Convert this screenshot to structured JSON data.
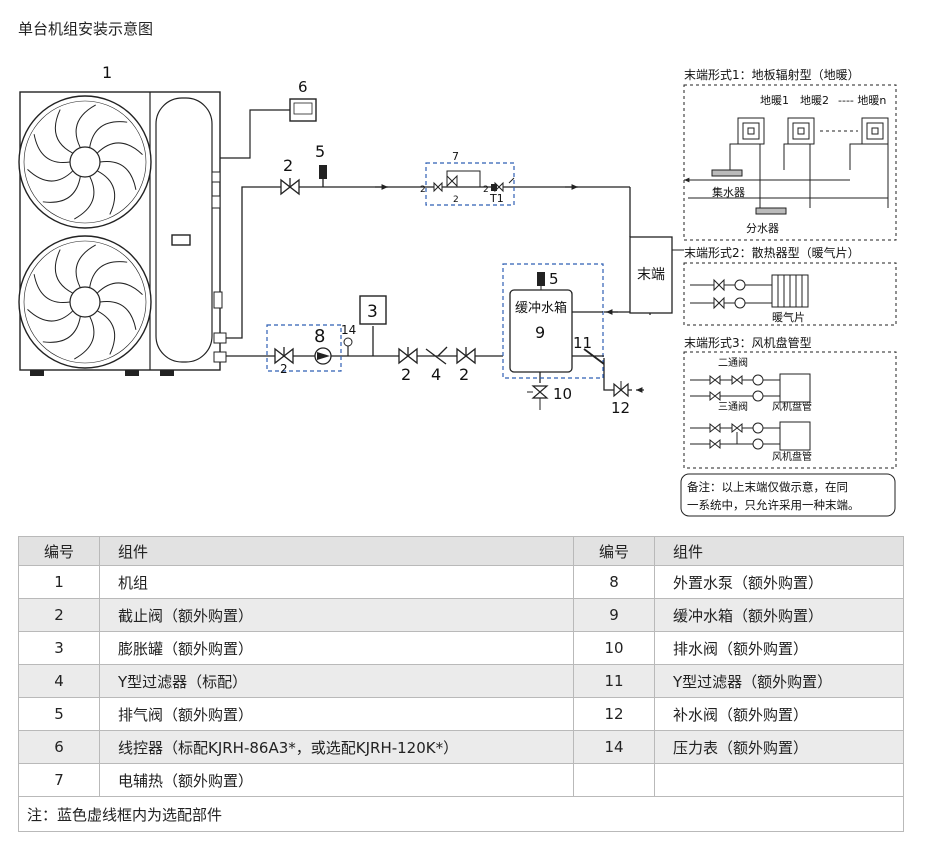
{
  "title": "单台机组安装示意图",
  "diagram": {
    "labels": {
      "unit": "1",
      "controller": "6",
      "valve": "2",
      "air_vent": "5",
      "heater": "7",
      "heater_t1": "T1",
      "expansion": "3",
      "pump": "8",
      "gauge": "14",
      "filter": "4",
      "tank_vent": "5",
      "tank_name": "缓冲水箱",
      "tank_num": "9",
      "y_filter": "11",
      "drain": "10",
      "refill": "12",
      "terminal": "末端"
    },
    "term1": {
      "title": "末端形式1：地板辐射型（地暖）",
      "floor1": "地暖1",
      "floor2": "地暖2",
      "floorn": "---- 地暖n",
      "collector": "集水器",
      "distributor": "分水器"
    },
    "term2": {
      "title": "末端形式2：散热器型（暖气片）",
      "radiator": "暖气片"
    },
    "term3": {
      "title": "末端形式3：风机盘管型",
      "two_way": "二通阀",
      "three_way": "三通阀",
      "fcu1": "风机盘管",
      "fcu2": "风机盘管"
    },
    "note_line1": "备注：以上末端仅做示意，在同",
    "note_line2": "一系统中，只允许采用一种末端。",
    "colors": {
      "dashed_box": "#2f5fb3",
      "line": "#222222"
    }
  },
  "table": {
    "headers": [
      "编号",
      "组件",
      "编号",
      "组件"
    ],
    "rows": [
      [
        "1",
        "机组",
        "8",
        "外置水泵（额外购置）"
      ],
      [
        "2",
        "截止阀（额外购置）",
        "9",
        "缓冲水箱（额外购置）"
      ],
      [
        "3",
        "膨胀罐（额外购置）",
        "10",
        "排水阀（额外购置）"
      ],
      [
        "4",
        "Y型过滤器（标配）",
        "11",
        "Y型过滤器（额外购置）"
      ],
      [
        "5",
        "排气阀（额外购置）",
        "12",
        "补水阀（额外购置）"
      ],
      [
        "6",
        "线控器（标配KJRH-86A3*，或选配KJRH-120K*）",
        "14",
        "压力表（额外购置）"
      ],
      [
        "7",
        "电辅热（额外购置）",
        "",
        ""
      ]
    ],
    "footnote": "注：蓝色虚线框内为选配部件"
  }
}
